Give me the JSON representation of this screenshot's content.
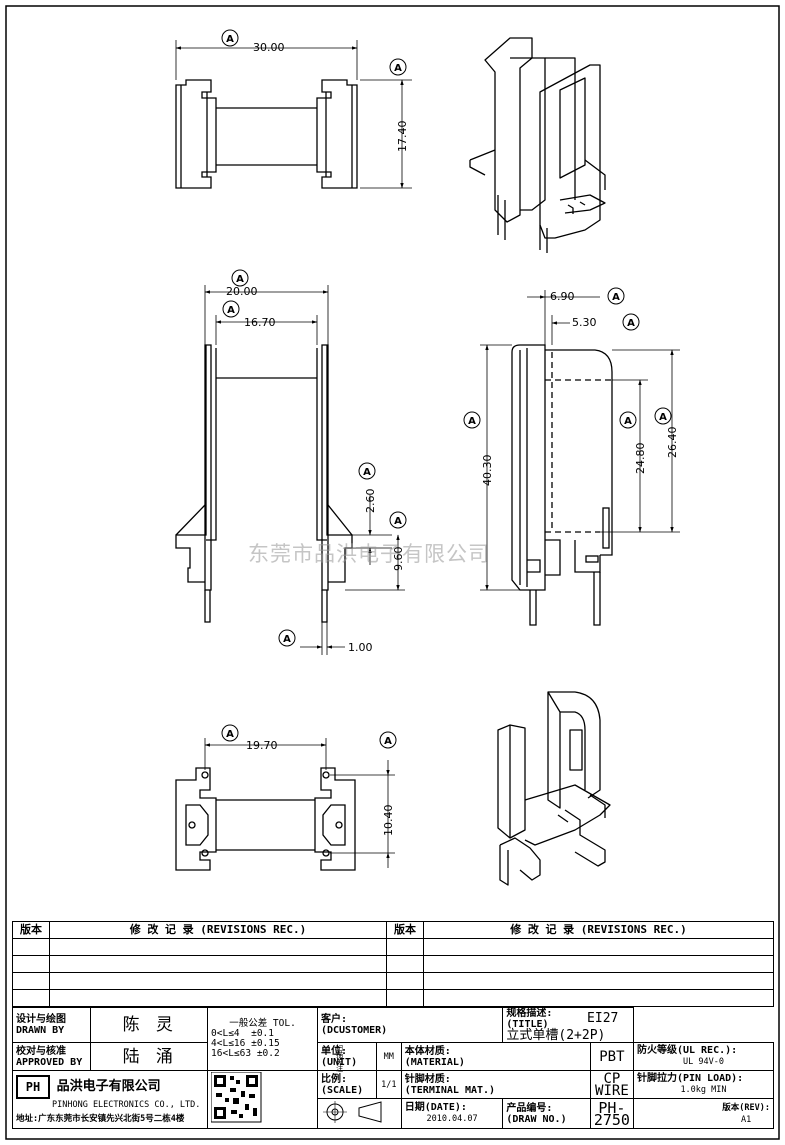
{
  "bubble_letter": "A",
  "watermark": "东莞市品洪电子有限公司",
  "dimensions": {
    "top_width": "30.00",
    "top_height": "17.40",
    "front_outer": "20.00",
    "front_inner": "16.70",
    "front_step": "2.60",
    "front_pin_len": "9.60",
    "front_pin_w": "1.00",
    "side_depth": "6.90",
    "side_inner": "5.30",
    "side_height": "40.30",
    "side_win": "24.80",
    "side_flange": "26.40",
    "bottom_width": "19.70",
    "bottom_height": "10.40"
  },
  "revisions": {
    "col_ver": "版本",
    "col_rec": "修 改 记 录 (REVISIONS REC.)"
  },
  "title_block": {
    "drawn_label_cn": "设计与绘图",
    "drawn_label_en": "DRAWN BY",
    "drawn_value": "陈 灵",
    "approved_label_cn": "校对与核准",
    "approved_label_en": "APPROVED BY",
    "approved_value": "陆 涌",
    "tol_title": "一般公差 TOL.",
    "tol_rows": [
      {
        "range": "0<L≤4",
        "value": "±0.1"
      },
      {
        "range": "4<L≤16",
        "value": "±0.15"
      },
      {
        "range": "16<L≤63",
        "value": "±0.2"
      }
    ],
    "customer_label_cn": "客户:",
    "customer_label_en": "(DCUSTOMER)",
    "unit_label_cn": "单位:",
    "unit_label_en": "(UNIT)",
    "unit_value": "MM",
    "scale_label_cn": "比例:",
    "scale_label_en": "(SCALE)",
    "scale_value": "1/1",
    "title_label_cn": "规格描述:",
    "title_label_en": "(TITLE)",
    "title_value": "EI27立式单槽(2+2P)",
    "material_label_cn": "本体材质:",
    "material_label_en": "(MATERIAL)",
    "material_value": "PBT",
    "flame_label": "防火等级(UL REC.):",
    "flame_value": "UL 94V-0",
    "terminal_label_cn": "针脚材质:",
    "terminal_label_en": "(TERMINAL MAT.)",
    "terminal_value": "CP WIRE",
    "pinload_label": "针脚拉力(PIN LOAD):",
    "pinload_value": "1.0kg MIN",
    "date_label_cn": "日期(DATE):",
    "date_value": "2010.04.07",
    "drawno_label_cn": "产品编号:",
    "drawno_label_en": "(DRAW NO.)",
    "drawno_value": "PH-2750",
    "rev_label": "版本(REV):",
    "rev_value": "A1",
    "company_logo": "PH",
    "company_cn": "品洪电子有限公司",
    "company_en": "PINHONG ELECTRONICS CO., LTD.",
    "address": "地址:广东东莞市长安镇先兴北街5号二栋4楼",
    "qr_caption": "扫描关注"
  }
}
